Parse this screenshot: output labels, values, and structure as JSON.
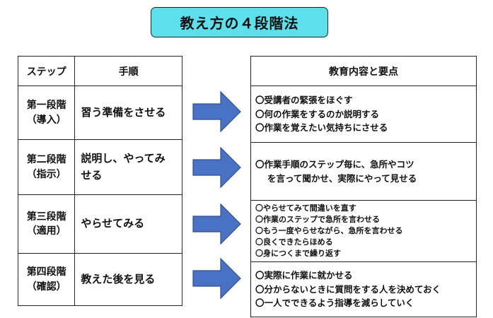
{
  "title": "教え方の４段階法",
  "left_table": {
    "header_step": "ステップ",
    "header_procedure": "手順"
  },
  "right_table": {
    "header": "教育内容と要点"
  },
  "rows": [
    {
      "step_line1": "第一段階",
      "step_line2": "（導入）",
      "procedure_line1": "習う準備をさせる",
      "procedure_line2": "",
      "content": [
        "〇受講者の緊張をほぐす",
        "〇何の作業をするのか説明する",
        "〇作業を覚えたい気持ちにさせる"
      ]
    },
    {
      "step_line1": "第二段階",
      "step_line2": "（指示）",
      "procedure_line1": "説明し、やってみ",
      "procedure_line2": "せる",
      "content": [
        "〇作業手順のステップ毎に、急所やコツ",
        "を言って聞かせ、実際にやって見せる"
      ]
    },
    {
      "step_line1": "第三段階",
      "step_line2": "（適用）",
      "procedure_line1": "やらせてみる",
      "procedure_line2": "",
      "content": [
        "〇やらせてみて間違いを直す",
        "〇作業のステップで急所を言わせる",
        "〇もう一度やらせながら、急所を言わせる",
        "〇良くできたらほめる",
        "〇身につくまで繰り返す"
      ]
    },
    {
      "step_line1": "第四段階",
      "step_line2": "（確認）",
      "procedure_line1": "教えた後を見る",
      "procedure_line2": "",
      "content": [
        "〇実際に作業に就かせる",
        "〇分からないときに質問をする人を決めておく",
        "〇一人でできるよう指導を減らしていく"
      ]
    }
  ],
  "colors": {
    "title_background": "#5ee0ec",
    "arrow_fill": "#4a72c4",
    "arrow_stroke": "#2f4f8f"
  },
  "icons": [
    "arrow-right-icon"
  ]
}
